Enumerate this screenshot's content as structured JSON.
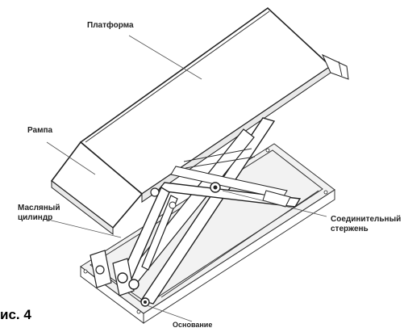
{
  "labels": {
    "platform": "Платформа",
    "ramp": "Рампа",
    "oil_cylinder_1": "Масляный",
    "oil_cylinder_2": "цилиндр",
    "connecting_rod_1": "Соединительный",
    "connecting_rod_2": "стержень",
    "base": "Основание"
  },
  "figure_label": "ис. 4"
}
